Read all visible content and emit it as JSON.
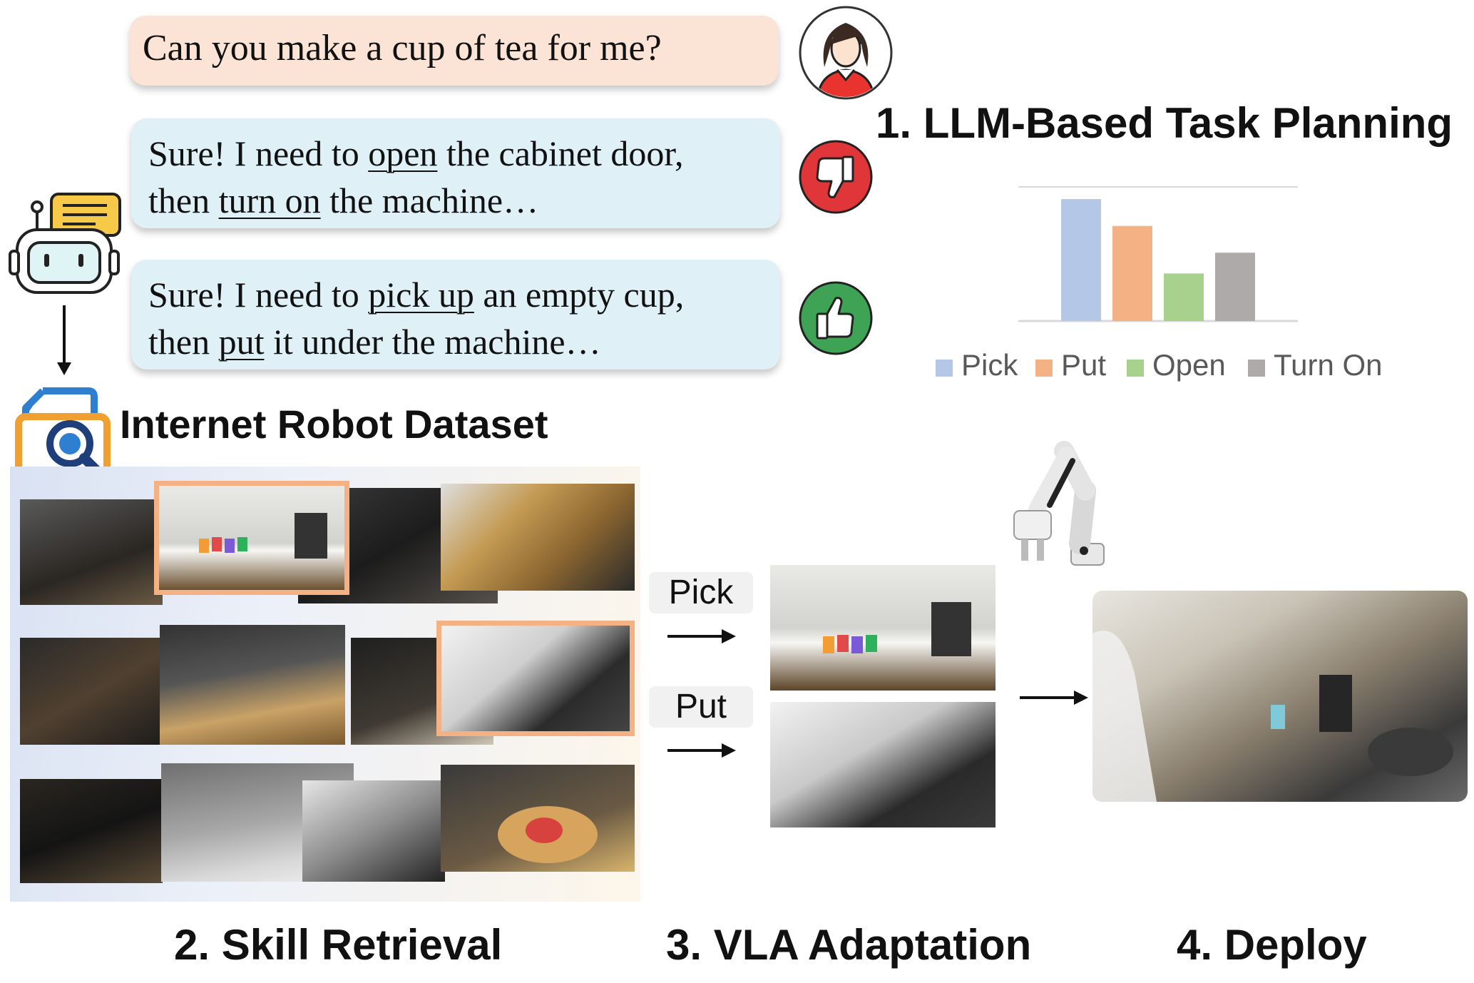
{
  "chat": {
    "user_text": "Can you make a cup of tea for me?",
    "bot_reply_1": {
      "p1": "Sure! I need to ",
      "a1": "open",
      "p2": " the cabinet door,",
      "p3": "then ",
      "a2": "turn on",
      "p4": " the machine…"
    },
    "bot_reply_2": {
      "p1": "Sure! I need to ",
      "a1": "pick up",
      "p2": " an empty cup,",
      "p3": "then ",
      "a2": "put",
      "p4": " it under the machine…"
    }
  },
  "sections": {
    "task_planning": "1. LLM-Based Task Planning",
    "dataset": "Internet Robot Dataset",
    "skill_retrieval": "2. Skill Retrieval",
    "vla_adaptation": "3. VLA Adaptation",
    "deploy": "4. Deploy"
  },
  "actions": {
    "pick": "Pick",
    "put": "Put"
  },
  "colors": {
    "user_bubble": "#fbe3d6",
    "bot_bubble": "#dff0f7",
    "thumb_down": "#e0363a",
    "thumb_up": "#3fa356",
    "selection_border": "#f4b183"
  },
  "icons": [
    "user-avatar-icon",
    "thumbs-down-icon",
    "thumbs-up-icon",
    "robot-chat-icon",
    "dataset-search-icon",
    "robot-arm-icon"
  ],
  "chart_data": {
    "type": "bar",
    "categories": [
      "Pick",
      "Put",
      "Open",
      "Turn On"
    ],
    "values": [
      1.0,
      0.78,
      0.39,
      0.56
    ],
    "colors": [
      "#b4c7e7",
      "#f4b183",
      "#a9d18e",
      "#aeaaaa"
    ],
    "legend": [
      "Pick",
      "Put",
      "Open",
      "Turn On"
    ],
    "legend_position": "bottom",
    "ylim": [
      0,
      1.1
    ],
    "grid": false
  }
}
